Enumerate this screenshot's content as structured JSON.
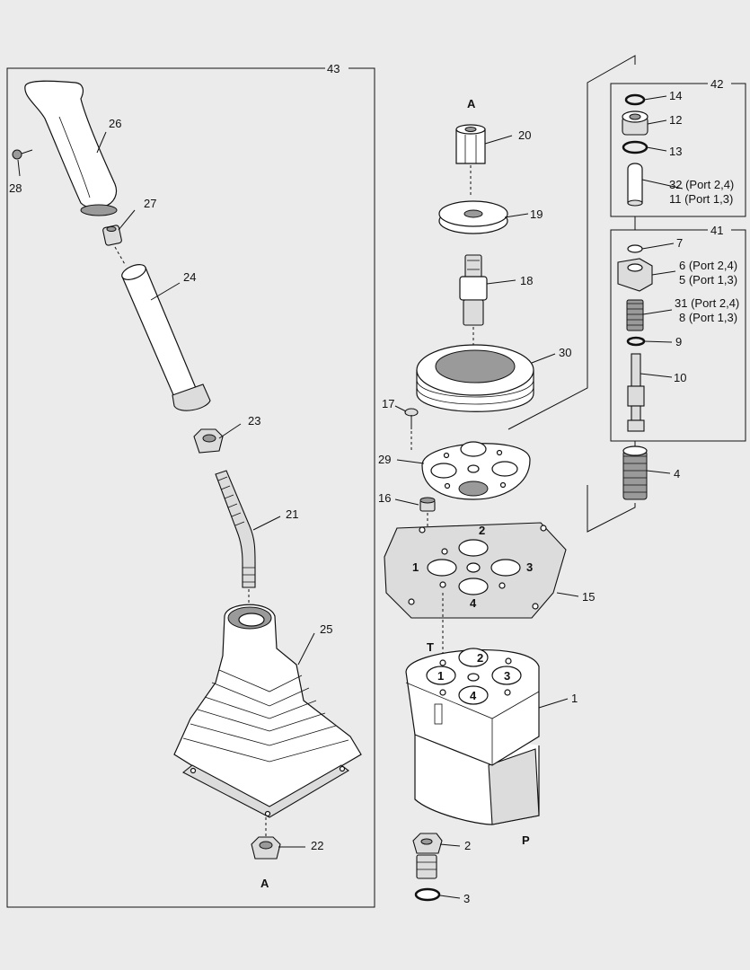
{
  "callouts": {
    "c1": "1",
    "c2": "2",
    "c3": "3",
    "c4": "4",
    "c5": "5 (Port 1,3)",
    "c6": "6 (Port 2,4)",
    "c7": "7",
    "c8": "8 (Port 1,3)",
    "c9": "9",
    "c10": "10",
    "c11": "11 (Port 1,3)",
    "c12": "12",
    "c13": "13",
    "c14": "14",
    "c15": "15",
    "c16": "16",
    "c17": "17",
    "c18": "18",
    "c19": "19",
    "c20": "20",
    "c21": "21",
    "c22": "22",
    "c23": "23",
    "c24": "24",
    "c25": "25",
    "c26": "26",
    "c27": "27",
    "c28": "28",
    "c29": "29",
    "c30": "30",
    "c31": "31 (Port 2,4)",
    "c32": "32 (Port 2,4)",
    "c41": "41",
    "c42": "42",
    "c43": "43"
  },
  "port_labels": {
    "p1": "1",
    "p2": "2",
    "p3": "3",
    "p4": "4",
    "b1": "1",
    "b2": "2",
    "b3": "3",
    "b4": "4",
    "T": "T",
    "P": "P",
    "A_top": "A",
    "A_bottom": "A"
  },
  "colors": {
    "line": "#111111",
    "background": "#ebebeb",
    "part_fill": "#ffffff",
    "shade": "#9a9a9a"
  }
}
